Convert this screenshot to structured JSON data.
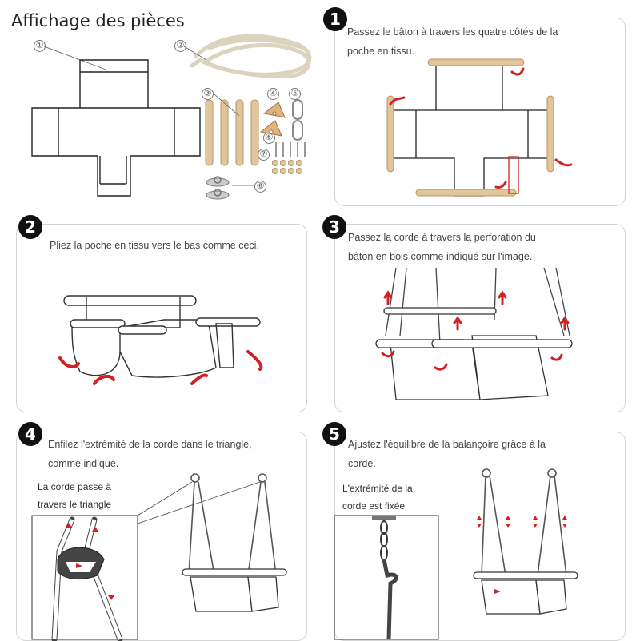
{
  "title": "Affichage des pièces",
  "part_numbers": [
    "①",
    "②",
    "③",
    "④",
    "⑤",
    "⑥",
    "⑦",
    "⑧"
  ],
  "steps": [
    {
      "badge": "1",
      "lines": [
        "Passez le bâton à travers les quatre côtés de la",
        "poche en tissu."
      ]
    },
    {
      "badge": "2",
      "lines": [
        "Pliez la poche en tissu vers le bas comme ceci."
      ]
    },
    {
      "badge": "3",
      "lines": [
        "Passez la corde à travers la perforation du",
        "bâton en bois comme indiqué sur l'image."
      ]
    },
    {
      "badge": "4",
      "lines": [
        "Enfilez l'extrémité de la corde dans le triangle,",
        "comme indiqué."
      ],
      "note": [
        "La corde passe à",
        "travers le triangle"
      ]
    },
    {
      "badge": "5",
      "lines": [
        "Ajustez l'équilibre de la balançoire grâce à la",
        "corde."
      ],
      "note": [
        "L'extrémité de la",
        "corde est fixée"
      ]
    }
  ],
  "colors": {
    "wood": "#e2c69b",
    "wood_dark": "#b8935f",
    "arrow": "#d42020",
    "line": "#222222",
    "panel_border": "#d4d4d4"
  }
}
